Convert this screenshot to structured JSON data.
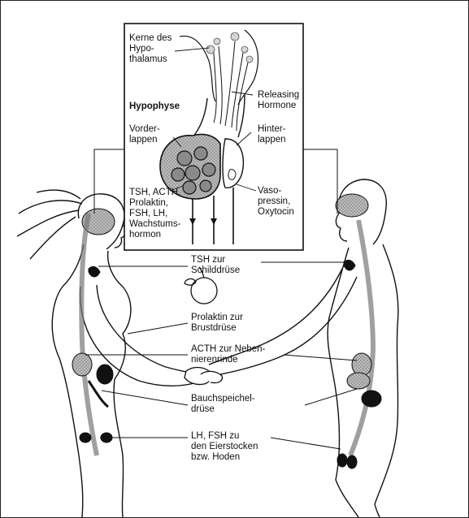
{
  "inset": {
    "hypothalamus_label": [
      "Kerne des",
      "Hypo-",
      "thalamus"
    ],
    "hypophysis_title": "Hypophyse",
    "releasing_label": [
      "Releasing",
      "Hormone"
    ],
    "anterior_label": [
      "Vorder-",
      "lappen"
    ],
    "posterior_label": [
      "Hinter-",
      "lappen"
    ],
    "anterior_hormones": [
      "TSH, ACTH,",
      "Prolaktin,",
      "FSH, LH,",
      "Wachstums-",
      "hormon"
    ],
    "posterior_hormones": [
      "Vaso-",
      "pressin,",
      "Oxytocin"
    ]
  },
  "targets": [
    {
      "lines": [
        "TSH zur",
        "Schilddrüse"
      ]
    },
    {
      "lines": [
        "Prolaktin zur",
        "Brustdrüse"
      ]
    },
    {
      "lines": [
        "ACTH zur Neben-",
        "nierenrinde"
      ]
    },
    {
      "lines": [
        "Bauchspeichel-",
        "drüse"
      ]
    },
    {
      "lines": [
        "LH, FSH zu",
        "den Eierstocken",
        "bzw. Hoden"
      ]
    }
  ]
}
